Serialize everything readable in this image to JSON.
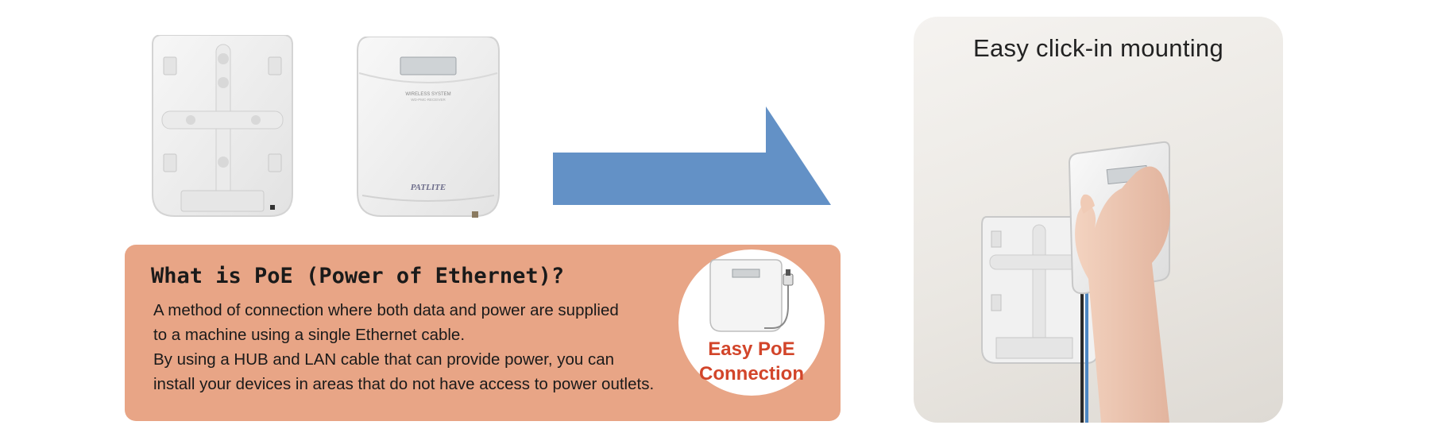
{
  "poe_section": {
    "title": "What is PoE (Power of Ethernet)?",
    "description_lines": [
      "A method of connection where both data and power are supplied",
      "to a machine using a single Ethernet cable.",
      "By using a HUB and LAN cable that can provide power, you can",
      "install your devices in areas that do not have access to power outlets."
    ],
    "badge_line1": "Easy PoE",
    "badge_line2": "Connection"
  },
  "products": {
    "receiver_brand": "PATLITE",
    "receiver_label_line1": "WIRELESS SYSTEM",
    "receiver_label_line2": "WD-PMC-RECEIVER"
  },
  "mounting_section": {
    "title": "Easy click-in mounting"
  },
  "colors": {
    "panel_background": "#e8a586",
    "badge_text": "#d2452a",
    "arrow": "#6391c6"
  }
}
